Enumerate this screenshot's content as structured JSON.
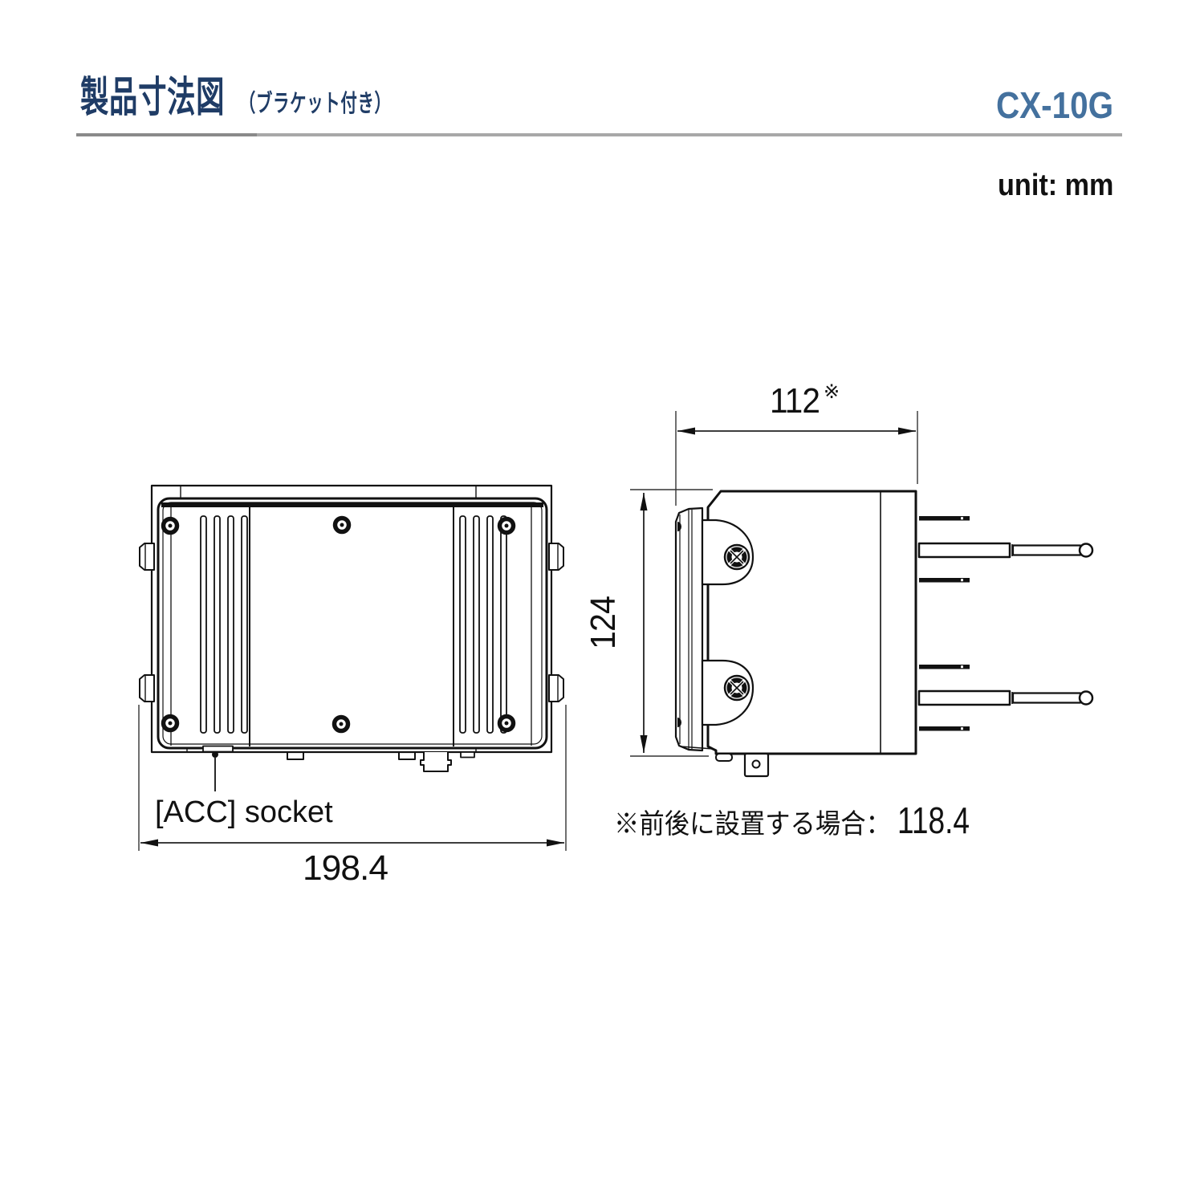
{
  "header": {
    "title": "製品寸法図",
    "subtitle": "（ブラケット付き）",
    "model": "CX-10G",
    "unit_label": "unit: mm"
  },
  "colors": {
    "title_navy": "#1f3c66",
    "model_blue": "#44719e",
    "rule_gray_dark": "#8a8a8a",
    "rule_gray_light": "#a8a8a8",
    "line_black": "#111111"
  },
  "diagram": {
    "front_view": {
      "width_label": "198.4",
      "acc_label": "[ACC] socket"
    },
    "side_view": {
      "width_label": "112",
      "width_ref_marker": "※",
      "height_label": "124"
    },
    "note": {
      "prefix": "※前後に設置する場合：",
      "value": "118.4"
    }
  }
}
